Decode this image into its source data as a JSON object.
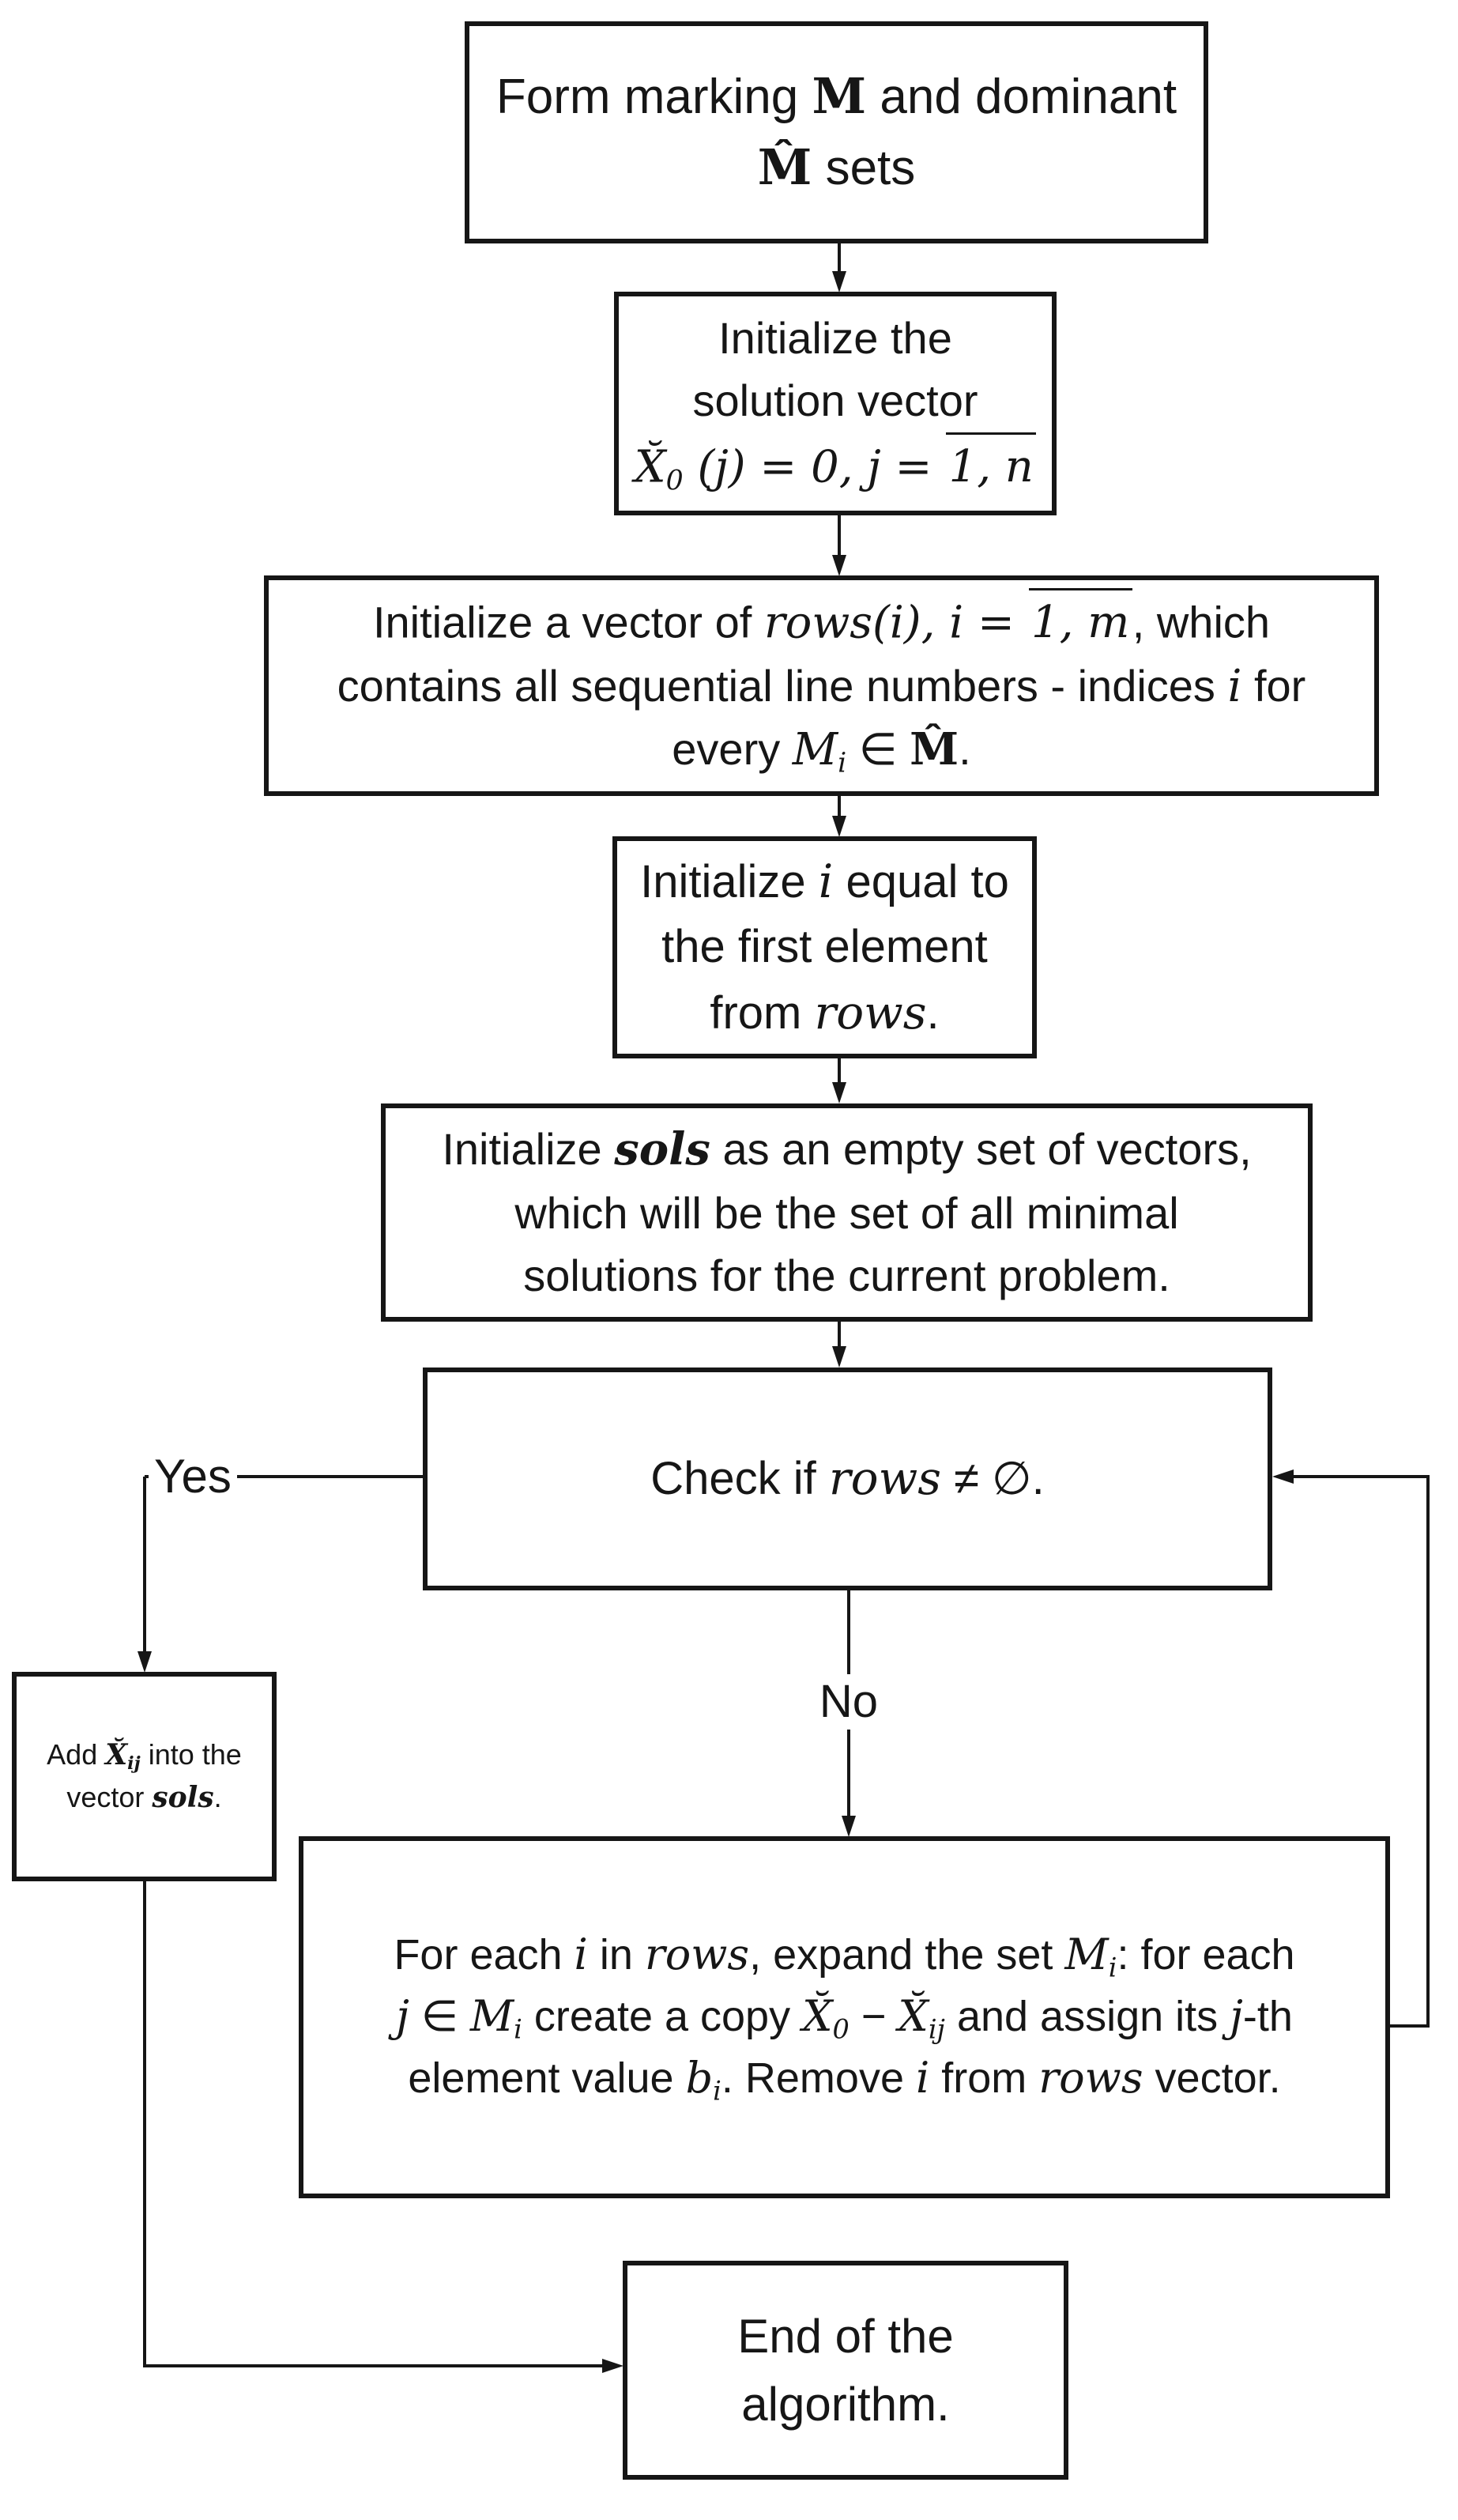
{
  "diagram": {
    "type": "flowchart",
    "colors": {
      "line": "#161616",
      "background": "#ffffff"
    },
    "labels": {
      "yes": "Yes",
      "no": "No"
    },
    "boxes": {
      "form_marking": {
        "lines": [
          [
            {
              "t": "Form marking ",
              "s": "p"
            },
            {
              "t": "M",
              "s": "mb"
            },
            {
              "t": " and dominant",
              "s": "p"
            }
          ],
          [
            {
              "t": "M̂",
              "s": "mb"
            },
            {
              "t": " sets",
              "s": "p"
            }
          ]
        ]
      },
      "init_solution_vector": {
        "lines": [
          [
            {
              "t": "Initialize the",
              "s": "p"
            }
          ],
          [
            {
              "t": "solution vector",
              "s": "p"
            }
          ],
          [
            {
              "t": "X̆",
              "s": "m"
            },
            {
              "t": "0",
              "s": "sub"
            },
            {
              "t": " (j) = 0, j = ",
              "s": "m"
            },
            {
              "t": "1, n",
              "s": "over"
            }
          ]
        ]
      },
      "init_rows_vector": {
        "lines": [
          [
            {
              "t": "Initialize a vector of ",
              "s": "p"
            },
            {
              "t": "rows(i), i = ",
              "s": "m"
            },
            {
              "t": "1, m",
              "s": "over"
            },
            {
              "t": ", which",
              "s": "p"
            }
          ],
          [
            {
              "t": "contains all sequential line numbers - indices ",
              "s": "p"
            },
            {
              "t": "i",
              "s": "m"
            },
            {
              "t": " for",
              "s": "p"
            }
          ],
          [
            {
              "t": "every ",
              "s": "p"
            },
            {
              "t": "M",
              "s": "m"
            },
            {
              "t": "i",
              "s": "sub"
            },
            {
              "t": " ∈ ",
              "s": "p"
            },
            {
              "t": "M̂",
              "s": "mb"
            },
            {
              "t": ".",
              "s": "p"
            }
          ]
        ]
      },
      "init_i": {
        "lines": [
          [
            {
              "t": "Initialize ",
              "s": "p"
            },
            {
              "t": "i",
              "s": "m"
            },
            {
              "t": " equal to",
              "s": "p"
            }
          ],
          [
            {
              "t": "the first element",
              "s": "p"
            }
          ],
          [
            {
              "t": "from ",
              "s": "p"
            },
            {
              "t": "rows",
              "s": "m"
            },
            {
              "t": ".",
              "s": "p"
            }
          ]
        ]
      },
      "init_sols": {
        "lines": [
          [
            {
              "t": "Initialize ",
              "s": "p"
            },
            {
              "t": "sols",
              "s": "mbi"
            },
            {
              "t": " as an empty set of vectors,",
              "s": "p"
            }
          ],
          [
            {
              "t": "which will be the set of all minimal",
              "s": "p"
            }
          ],
          [
            {
              "t": "solutions for the current problem.",
              "s": "p"
            }
          ]
        ]
      },
      "check_rows": {
        "lines": [
          [
            {
              "t": "Check if ",
              "s": "p"
            },
            {
              "t": "rows",
              "s": "m"
            },
            {
              "t": " ≠ ∅",
              "s": "p"
            },
            {
              "t": ".",
              "s": "p"
            }
          ]
        ]
      },
      "add_solution": {
        "lines": [
          [
            {
              "t": "Add ",
              "s": "p"
            },
            {
              "t": "X̆",
              "s": "mbi"
            },
            {
              "t": "ij",
              "s": "bsub"
            },
            {
              "t": " into the",
              "s": "p"
            }
          ],
          [
            {
              "t": "vector ",
              "s": "p"
            },
            {
              "t": "sols",
              "s": "mbi"
            },
            {
              "t": ".",
              "s": "p"
            }
          ]
        ]
      },
      "expand_set": {
        "lines": [
          [
            {
              "t": "For each ",
              "s": "p"
            },
            {
              "t": "i",
              "s": "m"
            },
            {
              "t": " in ",
              "s": "p"
            },
            {
              "t": "rows",
              "s": "m"
            },
            {
              "t": ", expand the set ",
              "s": "p"
            },
            {
              "t": "M",
              "s": "m"
            },
            {
              "t": "i",
              "s": "sub"
            },
            {
              "t": ": for each",
              "s": "p"
            }
          ],
          [
            {
              "t": "j",
              "s": "m"
            },
            {
              "t": " ∈ ",
              "s": "p"
            },
            {
              "t": "M",
              "s": "m"
            },
            {
              "t": "i",
              "s": "sub"
            },
            {
              "t": " create a copy ",
              "s": "p"
            },
            {
              "t": "X̆",
              "s": "m"
            },
            {
              "t": "0",
              "s": "sub"
            },
            {
              "t": " − ",
              "s": "p"
            },
            {
              "t": "X̆",
              "s": "m"
            },
            {
              "t": "ij",
              "s": "sub"
            },
            {
              "t": " and assign its ",
              "s": "p"
            },
            {
              "t": "j",
              "s": "m"
            },
            {
              "t": "-th",
              "s": "p"
            }
          ],
          [
            {
              "t": "element value ",
              "s": "p"
            },
            {
              "t": "b",
              "s": "m"
            },
            {
              "t": "i",
              "s": "sub"
            },
            {
              "t": ". Remove ",
              "s": "p"
            },
            {
              "t": "i",
              "s": "m"
            },
            {
              "t": " from ",
              "s": "p"
            },
            {
              "t": "rows",
              "s": "m"
            },
            {
              "t": " vector.",
              "s": "p"
            }
          ]
        ]
      },
      "end_algorithm": {
        "lines": [
          [
            {
              "t": "End of the",
              "s": "p"
            }
          ],
          [
            {
              "t": "algorithm.",
              "s": "p"
            }
          ]
        ]
      }
    }
  }
}
